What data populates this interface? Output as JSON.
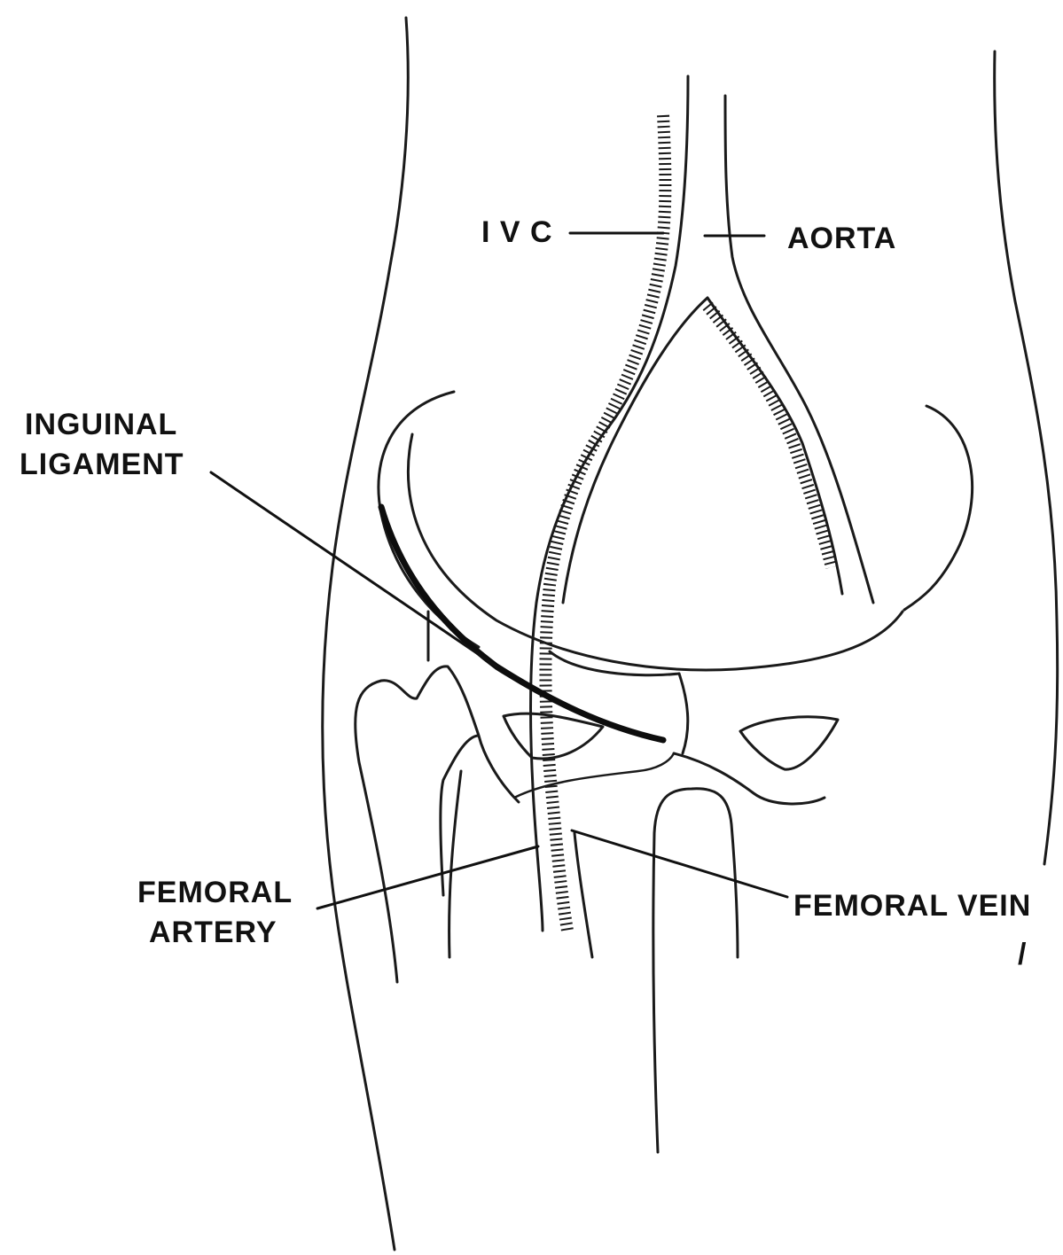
{
  "labels": {
    "ivc": "I V C",
    "aorta": "AORTA",
    "inguinal_ligament": [
      "INGUINAL",
      "LIGAMENT"
    ],
    "femoral_artery": [
      "FEMORAL",
      "ARTERY"
    ],
    "femoral_vein": "FEMORAL VEIN",
    "page_mark": "/"
  }
}
